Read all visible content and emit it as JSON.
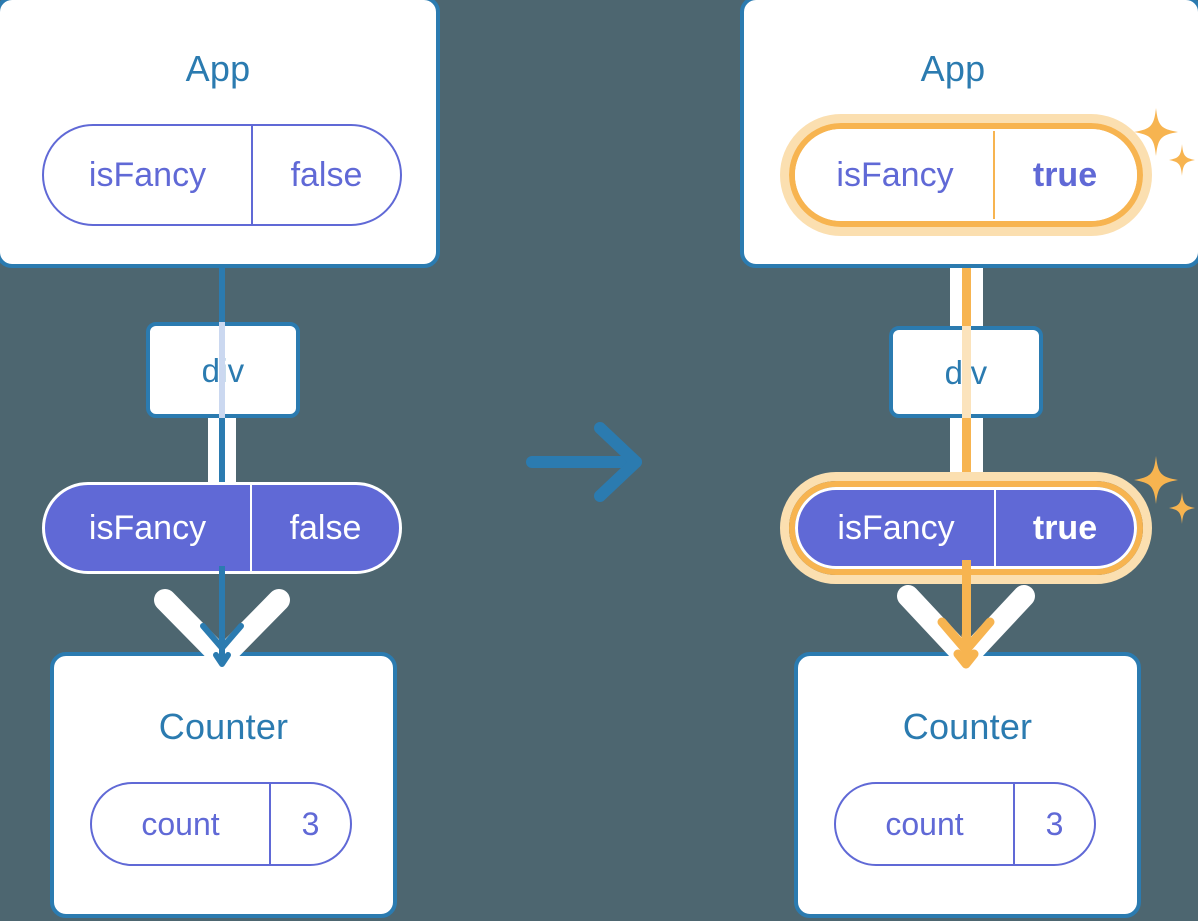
{
  "diagram": {
    "title": "React state update propagation",
    "background_color": "#4d6670",
    "accent_blue": "#2b7bb0",
    "accent_purple": "#6069d6",
    "accent_orange": "#f7b450",
    "accent_orange_pale": "#fbdfb0",
    "transition_arrow": "right-arrow"
  },
  "before": {
    "app": {
      "title": "App",
      "state": {
        "key": "isFancy",
        "value": "false"
      }
    },
    "div": {
      "label": "div"
    },
    "prop": {
      "key": "isFancy",
      "value": "false"
    },
    "counter": {
      "title": "Counter",
      "state": {
        "key": "count",
        "value": "3"
      }
    }
  },
  "after": {
    "app": {
      "title": "App",
      "state": {
        "key": "isFancy",
        "value": "true"
      }
    },
    "div": {
      "label": "div"
    },
    "prop": {
      "key": "isFancy",
      "value": "true"
    },
    "counter": {
      "title": "Counter",
      "state": {
        "key": "count",
        "value": "3"
      }
    }
  }
}
